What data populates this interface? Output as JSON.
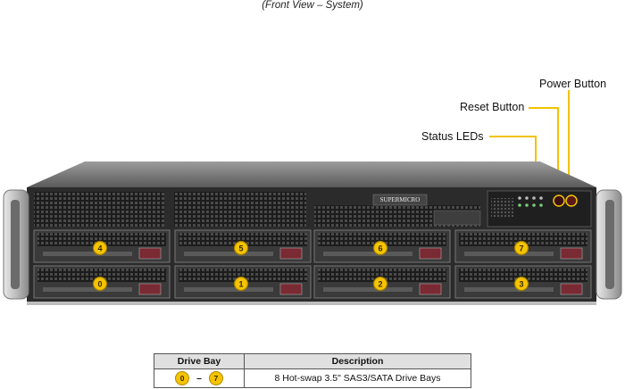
{
  "caption": "(Front View – System)",
  "callouts": {
    "power_button": "Power Button",
    "reset_button": "Reset Button",
    "status_leds": "Status LEDs"
  },
  "brand": "SUPERMICRO",
  "drive_bays": {
    "top_row": [
      "4",
      "5",
      "6",
      "7"
    ],
    "bottom_row": [
      "0",
      "1",
      "2",
      "3"
    ]
  },
  "legend": {
    "headers": {
      "drive_bay": "Drive Bay",
      "description": "Description"
    },
    "row": {
      "bay_start": "0",
      "bay_sep": "–",
      "bay_end": "7",
      "description": "8 Hot-swap 3.5\" SAS3/SATA Drive Bays"
    }
  },
  "colors": {
    "badge": "#f5c400",
    "lead_line": "#f2c200",
    "chassis": "#2b2b2b"
  }
}
